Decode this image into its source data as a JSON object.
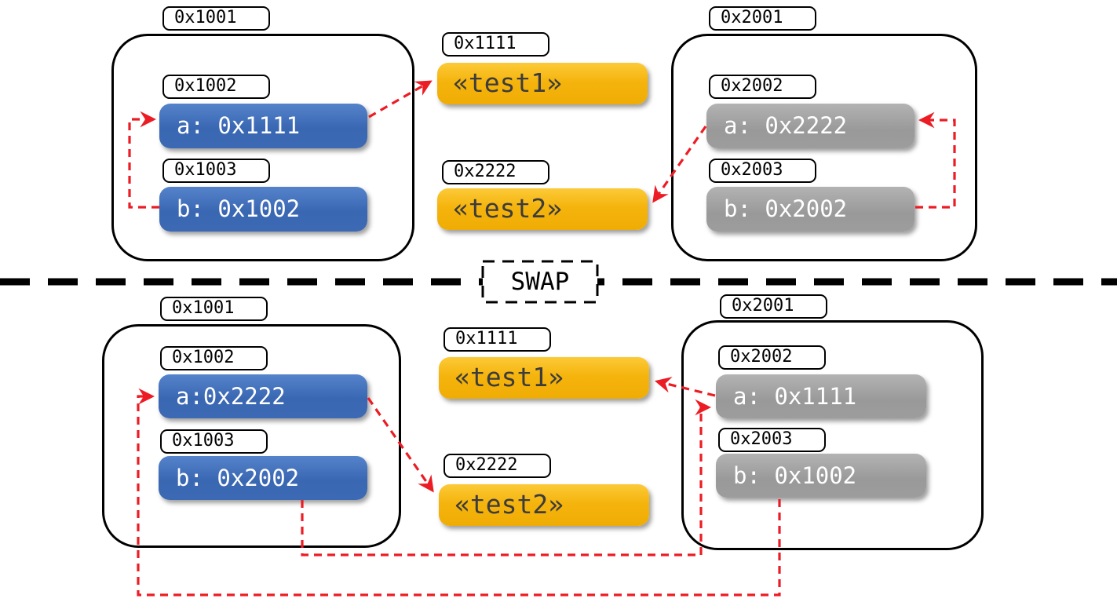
{
  "divider": {
    "label": "SWAP"
  },
  "colors": {
    "pointer_box_blue": "#3a67b2",
    "pointer_box_gray": "#9d9d9d",
    "string_box_gold": "#f5b40d",
    "arrow_red": "#ec1c24",
    "line_black": "#000000"
  },
  "top": {
    "left_object": {
      "address": "0x1001",
      "fields": [
        {
          "address": "0x1002",
          "value": "a: 0x1111"
        },
        {
          "address": "0x1003",
          "value": "b: 0x1002"
        }
      ]
    },
    "strings": [
      {
        "address": "0x1111",
        "value": "«test1»"
      },
      {
        "address": "0x2222",
        "value": "«test2»"
      }
    ],
    "right_object": {
      "address": "0x2001",
      "fields": [
        {
          "address": "0x2002",
          "value": "a: 0x2222"
        },
        {
          "address": "0x2003",
          "value": "b: 0x2002"
        }
      ]
    },
    "arrows": [
      {
        "from": "left b",
        "to": "left a"
      },
      {
        "from": "left a",
        "to": "«test1»"
      },
      {
        "from": "right a",
        "to": "«test2»"
      },
      {
        "from": "right b",
        "to": "right a"
      }
    ]
  },
  "bottom": {
    "left_object": {
      "address": "0x1001",
      "fields": [
        {
          "address": "0x1002",
          "value": "a:0x2222"
        },
        {
          "address": "0x1003",
          "value": "b: 0x2002"
        }
      ]
    },
    "strings": [
      {
        "address": "0x1111",
        "value": "«test1»"
      },
      {
        "address": "0x2222",
        "value": "«test2»"
      }
    ],
    "right_object": {
      "address": "0x2001",
      "fields": [
        {
          "address": "0x2002",
          "value": "a: 0x1111"
        },
        {
          "address": "0x2003",
          "value": "b: 0x1002"
        }
      ]
    },
    "arrows": [
      {
        "from": "left a",
        "to": "«test2»"
      },
      {
        "from": "right a",
        "to": "«test1»"
      },
      {
        "from": "left b",
        "to": "right a"
      },
      {
        "from": "right b",
        "to": "left a"
      }
    ]
  }
}
